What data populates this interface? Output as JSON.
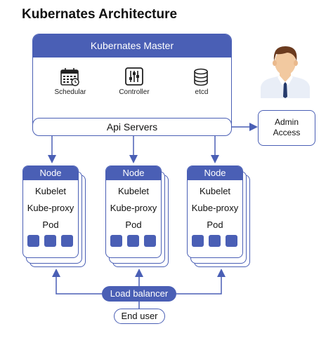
{
  "title": "Kubernates Architecture",
  "master": {
    "header": "Kubernates Master",
    "components": [
      {
        "label": "Schedular",
        "icon": "calendar-icon"
      },
      {
        "label": "Controller",
        "icon": "sliders-icon"
      },
      {
        "label": "etcd",
        "icon": "database-icon"
      }
    ],
    "api": "Api Servers"
  },
  "admin": {
    "line1": "Admin",
    "line2": "Access",
    "icon": "user-avatar-icon"
  },
  "nodes": [
    {
      "header": "Node",
      "kubelet": "Kubelet",
      "proxy": "Kube-proxy",
      "pod": "Pod"
    },
    {
      "header": "Node",
      "kubelet": "Kubelet",
      "proxy": "Kube-proxy",
      "pod": "Pod"
    },
    {
      "header": "Node",
      "kubelet": "Kubelet",
      "proxy": "Kube-proxy",
      "pod": "Pod"
    }
  ],
  "load_balancer": "Load balancer",
  "end_user": "End user",
  "colors": {
    "accent": "#4a5fb5",
    "skin": "#f2c9a0",
    "hair": "#6b3b1f"
  }
}
